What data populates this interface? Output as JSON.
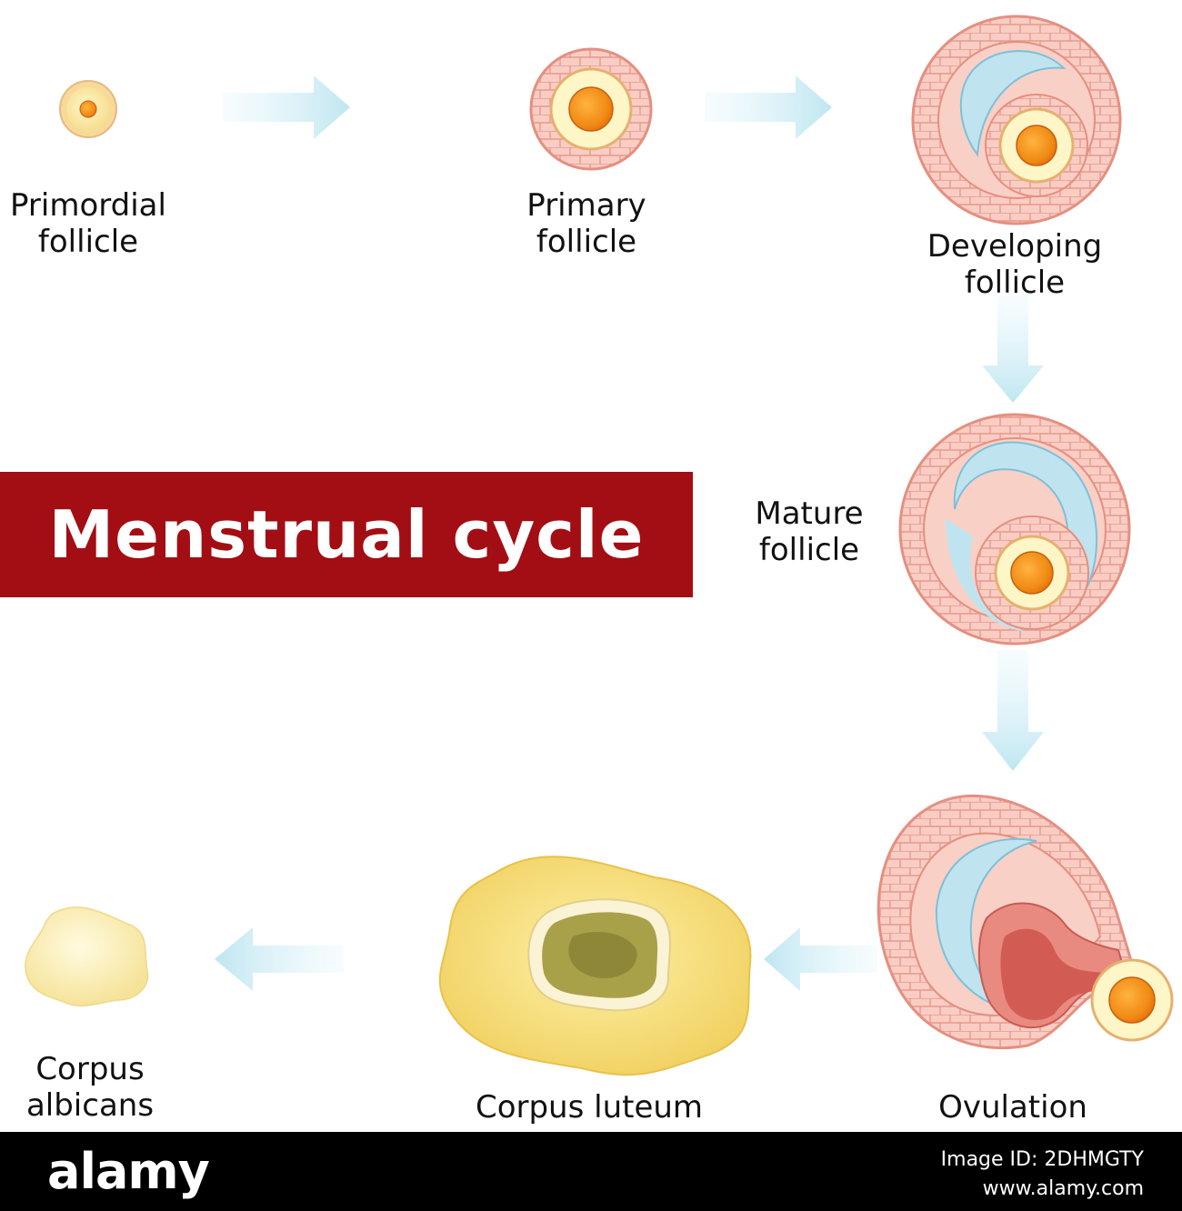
{
  "title": "Menstrual cycle",
  "stages": {
    "primordial": [
      "Primordial",
      "follicle"
    ],
    "primary": [
      "Primary",
      "follicle"
    ],
    "developing": [
      "Developing",
      "follicle"
    ],
    "mature": [
      "Mature",
      "follicle"
    ],
    "ovulation": [
      "Ovulation"
    ],
    "corpus_luteum": [
      "Corpus luteum"
    ],
    "corpus_albicans": [
      "Corpus",
      "albicans"
    ]
  },
  "footer": {
    "logo": "alamy",
    "image_id": "Image ID: 2DHMGTY",
    "site": "www.alamy.com"
  },
  "colors": {
    "title_bg": "#a30d14",
    "arrow": "#cdeef6",
    "cell_layer": "#f8c8c0",
    "antrum": "#bfe4f0",
    "oocyte": "#f08a14",
    "corpus_luteum": "#f5d86a",
    "corpus_albicans": "#fbeeb0"
  },
  "icons": [
    "arrow-right-icon",
    "arrow-down-icon",
    "arrow-left-icon"
  ]
}
